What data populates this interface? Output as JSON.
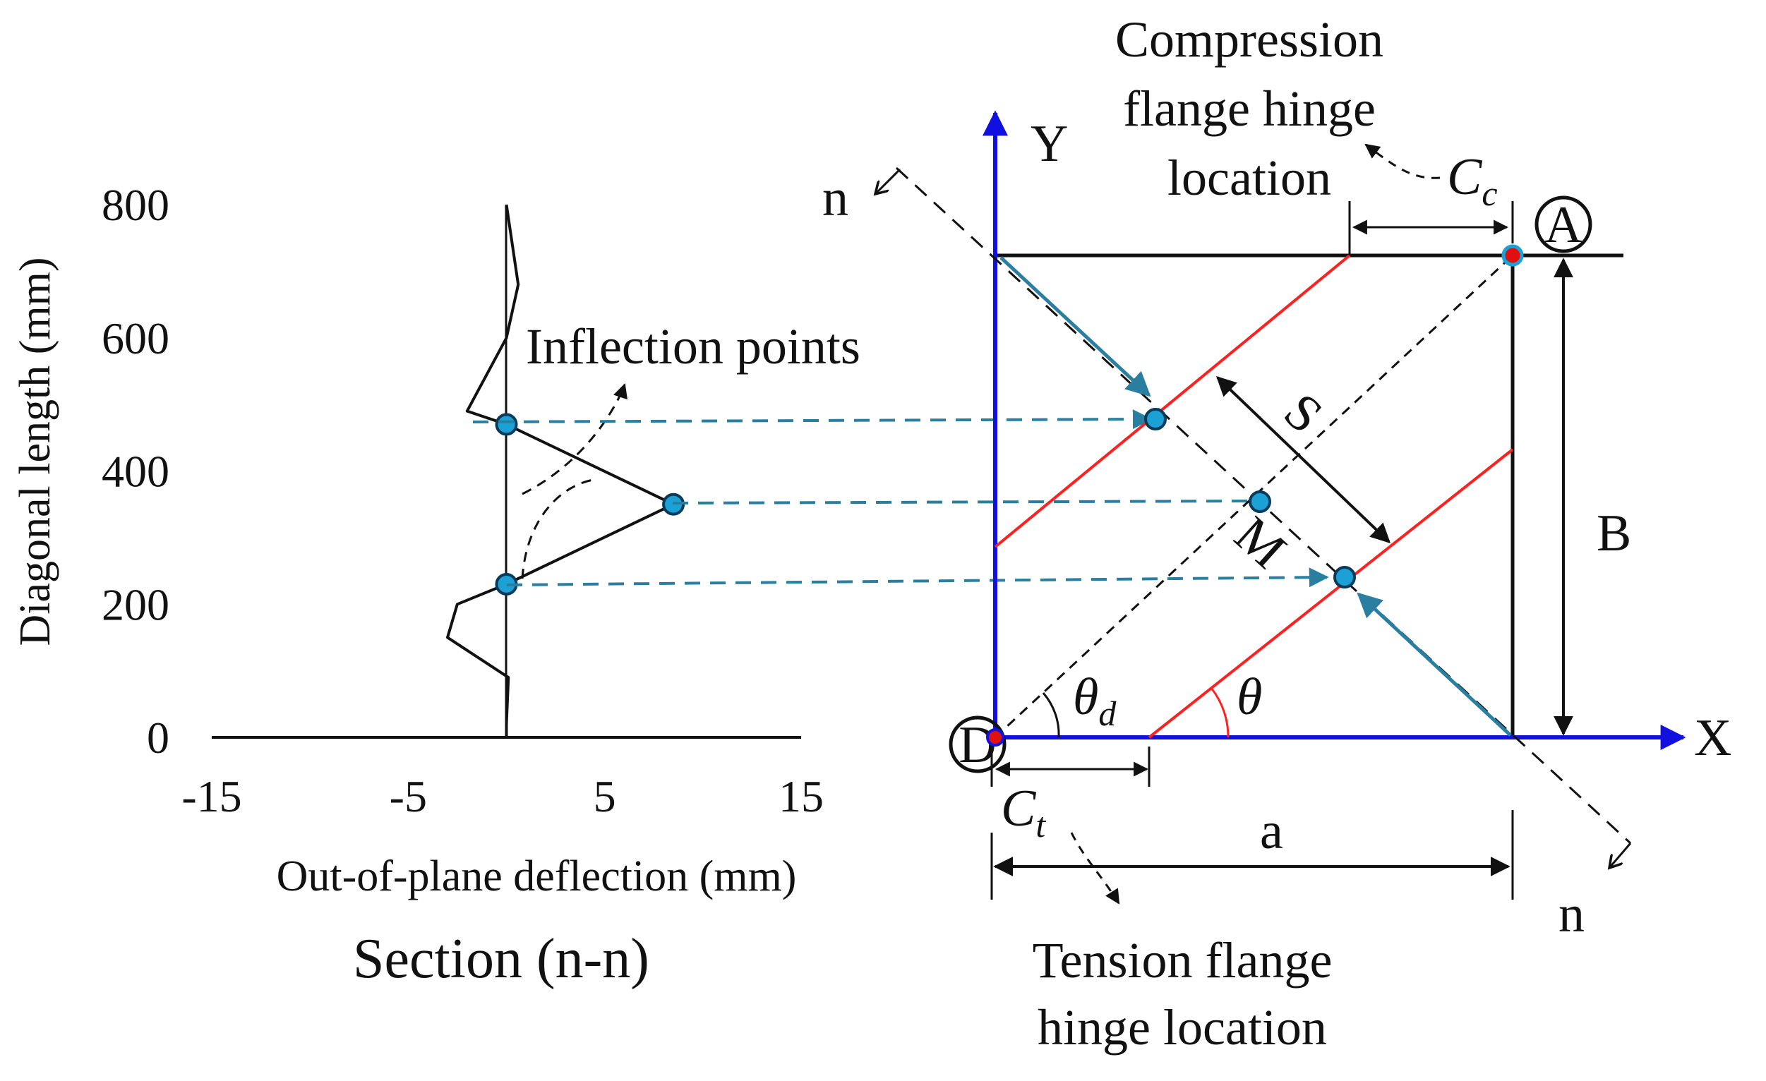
{
  "chart_data": {
    "type": "line",
    "caption": "Section (n-n)",
    "xlabel": "Out-of-plane deflection (mm)",
    "ylabel": "Diagonal length (mm)",
    "xlim": [
      -15,
      15
    ],
    "ylim": [
      0,
      800
    ],
    "x_ticks": [
      "-15",
      "-5",
      "5",
      "15"
    ],
    "y_ticks": [
      "0",
      "200",
      "400",
      "600",
      "800"
    ],
    "series": [
      {
        "points": [
          [
            0,
            0
          ],
          [
            0,
            20
          ],
          [
            0.1,
            90
          ],
          [
            -3,
            150
          ],
          [
            -2.5,
            200
          ],
          [
            0,
            230
          ],
          [
            8.5,
            350
          ],
          [
            0,
            470
          ],
          [
            -2,
            490
          ],
          [
            0,
            600
          ],
          [
            0.6,
            680
          ],
          [
            0,
            800
          ]
        ]
      }
    ],
    "inflection_markers": [
      [
        0,
        470
      ],
      [
        8.5,
        350
      ],
      [
        0,
        230
      ]
    ],
    "grid": false
  },
  "labels": {
    "inflection_points": "Inflection points",
    "compression_flange": [
      "Compression",
      "flange hinge",
      "location"
    ],
    "tension_flange": [
      "Tension flange",
      "hinge location"
    ],
    "section_n_top": "n",
    "section_n_bottom": "n",
    "axis_x": "X",
    "axis_y": "Y",
    "point_A": "A",
    "point_D": "D",
    "dim_a": "a",
    "dim_B": "B",
    "dim_S": "S",
    "point_M": "M",
    "theta": "θ",
    "theta_d_base": "θ",
    "theta_d_sub": "d",
    "cc_base": "C",
    "cc_sub": "c",
    "ct_base": "C",
    "ct_sub": "t"
  },
  "colors": {
    "panel_axes": "#1010e0",
    "yield_lines": "#ff2020",
    "markers": "#1ba1d6",
    "projection_arrows": "#2a7fa0",
    "hinge_dots": "#e01010"
  }
}
